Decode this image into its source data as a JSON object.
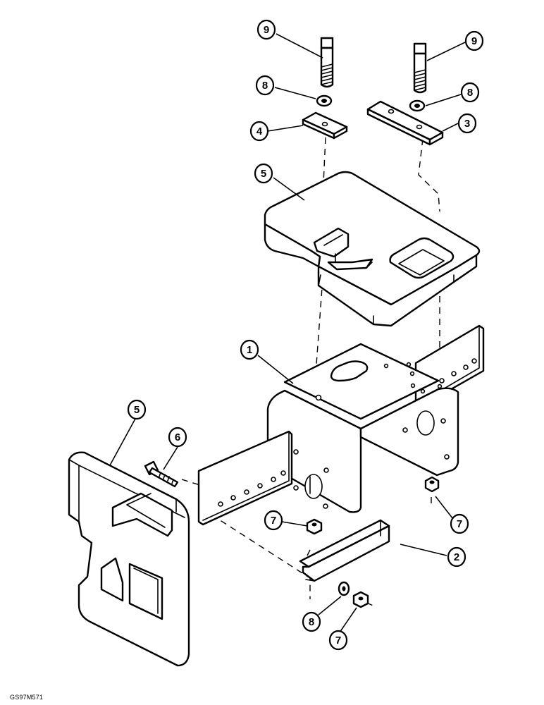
{
  "figure": {
    "code": "GS97M571"
  },
  "callouts": [
    {
      "id": "c9a",
      "label": "9"
    },
    {
      "id": "c9b",
      "label": "9"
    },
    {
      "id": "c8a",
      "label": "8"
    },
    {
      "id": "c8b",
      "label": "8"
    },
    {
      "id": "c4",
      "label": "4"
    },
    {
      "id": "c3",
      "label": "3"
    },
    {
      "id": "c5a",
      "label": "5"
    },
    {
      "id": "c1",
      "label": "1"
    },
    {
      "id": "c5b",
      "label": "5"
    },
    {
      "id": "c6",
      "label": "6"
    },
    {
      "id": "c7a",
      "label": "7"
    },
    {
      "id": "c7b",
      "label": "7"
    },
    {
      "id": "c2",
      "label": "2"
    },
    {
      "id": "c8c",
      "label": "8"
    },
    {
      "id": "c7c",
      "label": "7"
    }
  ]
}
